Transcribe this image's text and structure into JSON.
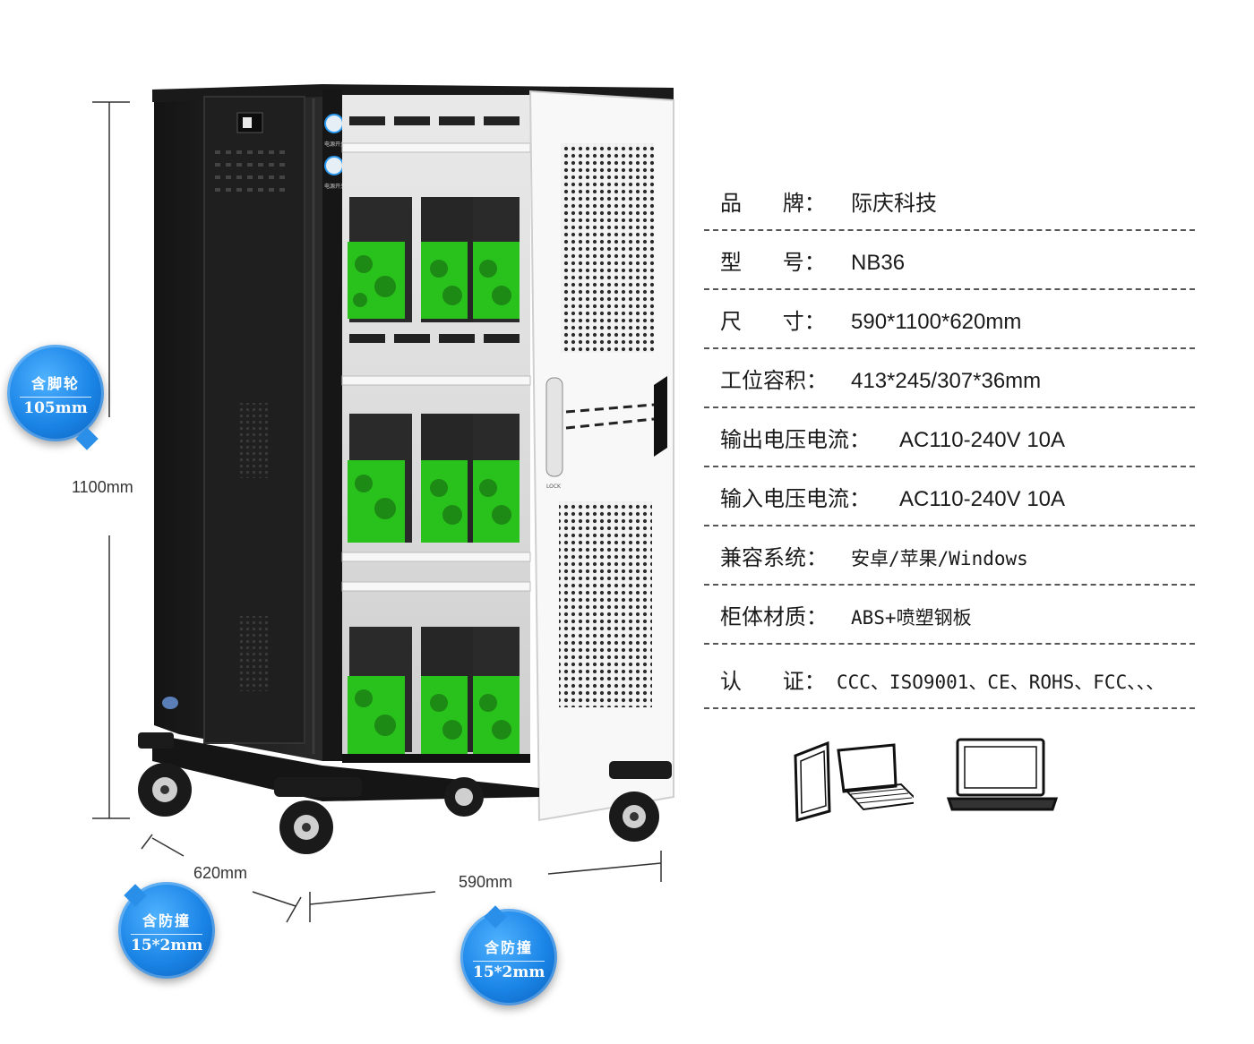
{
  "dimensions": {
    "height": "1100mm",
    "depth": "620mm",
    "width": "590mm"
  },
  "badges": [
    {
      "line1": "含脚轮",
      "line2": "105mm"
    },
    {
      "line1": "含防撞",
      "line2": "15*2mm"
    },
    {
      "line1": "含防撞",
      "line2": "15*2mm"
    }
  ],
  "cabinet": {
    "switch_label_1": "电源开关",
    "switch_label_2": "电源开关",
    "lock_label": "LOCK"
  },
  "specs": [
    {
      "label": "品      牌：",
      "value": "际庆科技"
    },
    {
      "label": "型      号：",
      "value": "NB36"
    },
    {
      "label": "尺      寸：",
      "value": "590*1100*620mm"
    },
    {
      "label": "工位容积：",
      "value": "413*245/307*36mm"
    },
    {
      "label": "输出电压电流：",
      "value": "AC110-240V 10A"
    },
    {
      "label": "输入电压电流：",
      "value": "AC110-240V 10A"
    },
    {
      "label": "兼容系统：",
      "value": "安卓/苹果/Windows"
    },
    {
      "label": "柜体材质：",
      "value": "ABS+喷塑钢板"
    },
    {
      "label": "认      证：",
      "value": "CCC、ISO9001、CE、ROHS、FCC、、、"
    }
  ],
  "device_icons": [
    "tablet-icon",
    "laptop-keyboard-icon",
    "laptop-icon"
  ],
  "colors": {
    "badge_blue": "#1a84e6",
    "cabinet_black": "#1d1d1d",
    "tray_green": "#29c21c"
  }
}
